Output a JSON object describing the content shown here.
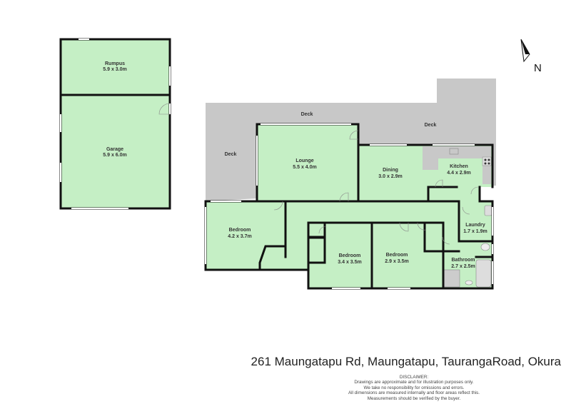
{
  "rooms": {
    "rumpus": {
      "name": "Rumpus",
      "size": "5.9 x 3.0m"
    },
    "garage": {
      "name": "Garage",
      "size": "5.9 x 6.0m"
    },
    "lounge": {
      "name": "Lounge",
      "size": "5.5 x 4.0m"
    },
    "dining": {
      "name": "Dining",
      "size": "3.0 x 2.9m"
    },
    "kitchen": {
      "name": "Kitchen",
      "size": "4.4 x 2.9m"
    },
    "laundry": {
      "name": "Laundry",
      "size": "1.7 x 1.9m"
    },
    "bedroom1": {
      "name": "Bedroom",
      "size": "4.2 x 3.7m"
    },
    "bedroom2": {
      "name": "Bedroom",
      "size": "3.4 x 3.5m"
    },
    "bedroom3": {
      "name": "Bedroom",
      "size": "2.9 x 3.5m"
    },
    "bathroom": {
      "name": "Bathroom",
      "size": "2.7 x 2.5m"
    },
    "deck_top": "Deck",
    "deck_right": "Deck",
    "deck_left": "Deck"
  },
  "north": "N",
  "address": "261 Maungatapu Rd, Maungatapu, TaurangaRoad, Okura",
  "disclaimer": {
    "title": "DISCLAIMER:",
    "lines": [
      "Drawings are approximate and for illustration purposes only.",
      "We take no responsibility for omissions and errors.",
      "All dimensions are measured internally and floor areas reflect this.",
      "Measurements should be verified by the buyer."
    ]
  },
  "colors": {
    "room": "#c5efc5",
    "deck": "#c8c8c8",
    "wall": "#111111"
  }
}
